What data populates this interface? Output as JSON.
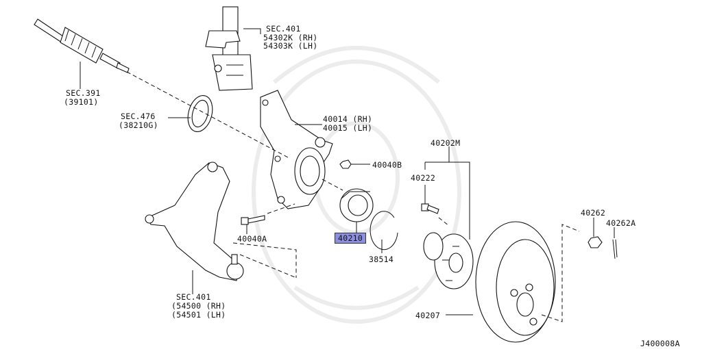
{
  "labels": {
    "sec_401_top": "SEC.401",
    "p_54302k": "54302K (RH)",
    "p_54303k": "54303K (LH)",
    "sec_391": "SEC.391",
    "p_39101": "(39101)",
    "sec_476": "SEC.476",
    "p_38210g": "(38210G)",
    "p_40014": "40014 (RH)",
    "p_40015": "40015 (LH)",
    "p_40040b": "40040B",
    "p_40202m": "40202M",
    "p_40222": "40222",
    "p_40262": "40262",
    "p_40262a": "40262A",
    "p_40210": "40210",
    "p_38514": "38514",
    "p_40040a": "40040A",
    "sec_401_bottom": "SEC.401",
    "p_54500": "(54500 (RH)",
    "p_54501": "(54501 (LH)",
    "p_40207": "40207",
    "diagram_code": "J400008A"
  },
  "colors": {
    "highlight": "#8c8fe0",
    "line": "#111111",
    "watermark": "#ececec"
  }
}
